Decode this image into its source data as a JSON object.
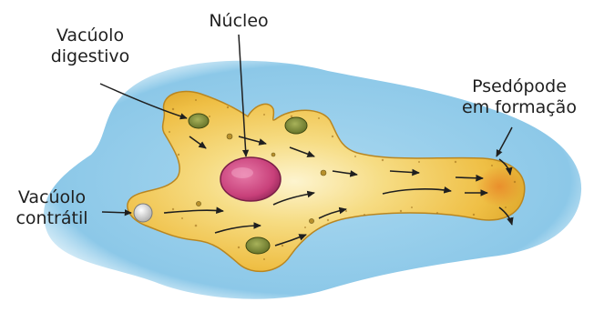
{
  "labels": {
    "nucleo": "Núcleo",
    "vacuolo_digestivo": [
      "Vacúolo",
      "digestivo"
    ],
    "pseudopode": [
      "Psedópode",
      "em formação"
    ],
    "vacuolo_contratil": [
      "Vacúolo",
      "contrátil"
    ]
  },
  "colors": {
    "water": "#8cc8e8",
    "cytoplasm": "#f0c24a",
    "cytoplasm_center": "#fdf4cf",
    "nucleus": "#c8407a",
    "food_vacuole": "#7e8a3a",
    "contractile_vacuole": "#d9d9d9",
    "arrow": "#1f1f1f"
  }
}
